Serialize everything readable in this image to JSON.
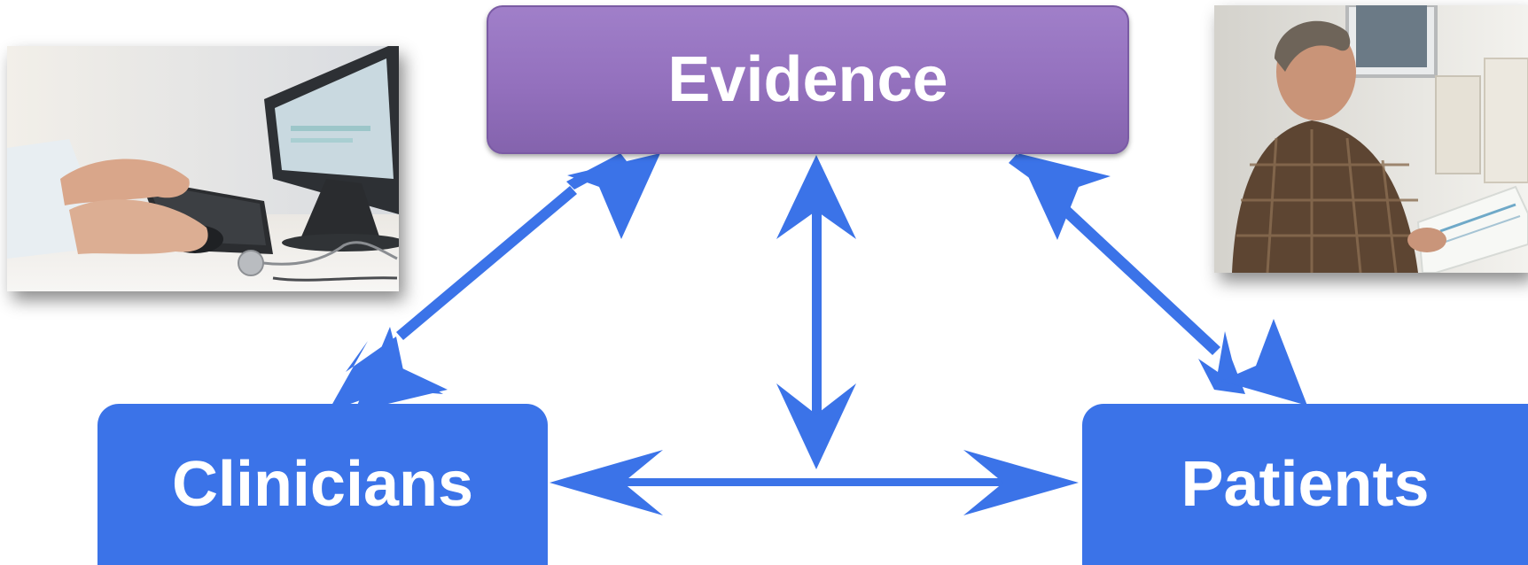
{
  "nodes": {
    "evidence": "Evidence",
    "clinicians": "Clinicians",
    "patients": "Patients"
  },
  "colors": {
    "evidence_purple": "#9370bd",
    "box_blue": "#3b73e8",
    "arrow_blue": "#3b73e8"
  },
  "images": {
    "left": "photo of a clinician's hands on keyboard and mouse beside monitor and stethoscope",
    "right": "photo of a man in plaid shirt reading a paper document"
  }
}
